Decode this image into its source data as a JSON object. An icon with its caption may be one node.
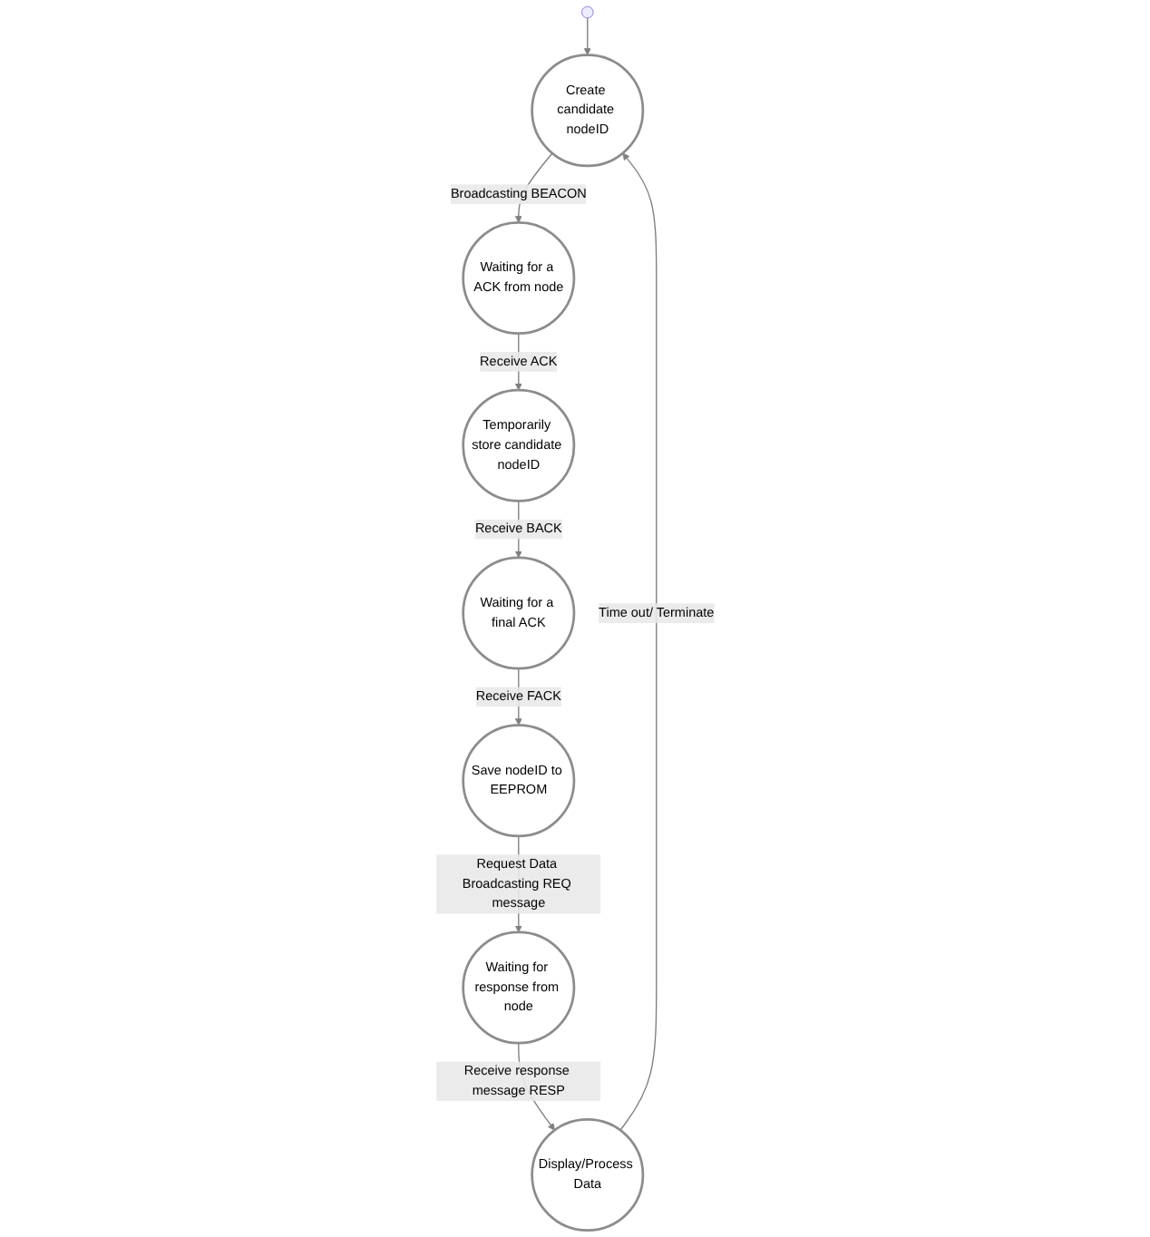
{
  "diagram": {
    "nodes": [
      {
        "text": [],
        "shape": "circle"
      },
      {
        "text": [
          "Create candidate nodeID"
        ]
      },
      {
        "text": [
          "Waiting for a ACK from node"
        ]
      },
      {
        "text": [
          "Temporarily store candidate nodeID"
        ]
      },
      {
        "text": [
          "Save nodeID to EEPROM"
        ]
      },
      {
        "text": [
          "Waiting for a final ACK"
        ]
      },
      {
        "text": [
          "Waiting for response from node"
        ]
      },
      {
        "text": [
          "Display/Process Data"
        ]
      }
    ],
    "edges": [
      {
        "from": 0,
        "to": 1,
        "arrow": "to"
      },
      {
        "from": 1,
        "to": 2,
        "arrow": "to",
        "label": "Broadcasting BEACON"
      },
      {
        "from": 2,
        "to": 3,
        "arrow": "to",
        "label": "Receive ACK"
      },
      {
        "from": 3,
        "to": 5,
        "arrow": "to",
        "label": "Receive BACK"
      },
      {
        "from": 5,
        "to": 4,
        "arrow": "to",
        "label": "Receive FACK"
      },
      {
        "from": 4,
        "to": 6,
        "arrow": "to",
        "label": "Request Data Broadcasting REQ message"
      },
      {
        "from": 6,
        "to": 7,
        "arrow": "to",
        "label": "Receive response message RESP"
      },
      {
        "from": 7,
        "to": 1,
        "arrow": "to",
        "label": "Time out/ Terminate"
      }
    ]
  }
}
